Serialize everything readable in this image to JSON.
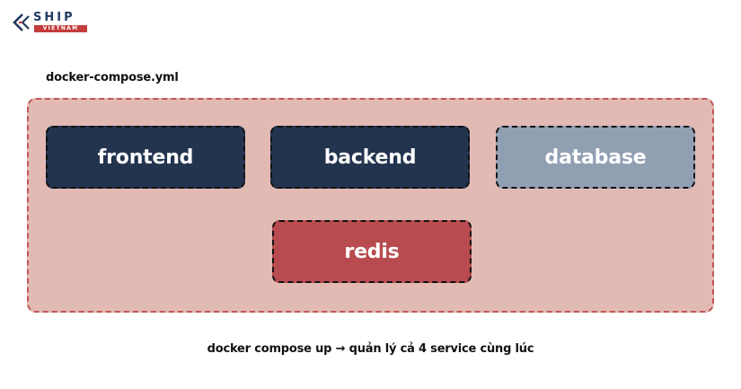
{
  "logo": {
    "wordmark": "SHIP",
    "tagline": "VIETNAM",
    "icon": "chevron-k-logo-icon",
    "colors": {
      "primary": "#1f3a5f",
      "accent": "#c43c3c"
    }
  },
  "diagram": {
    "file_label": "docker-compose.yml",
    "services": [
      {
        "label": "frontend",
        "color": "#23344f"
      },
      {
        "label": "backend",
        "color": "#23344f"
      },
      {
        "label": "database",
        "color": "#919fb3"
      },
      {
        "label": "redis",
        "color": "#b84b4f"
      }
    ],
    "container_color": "#e2bab4",
    "container_border": "#c25656",
    "caption": "docker compose up → quản lý cả 4 service cùng lúc"
  }
}
